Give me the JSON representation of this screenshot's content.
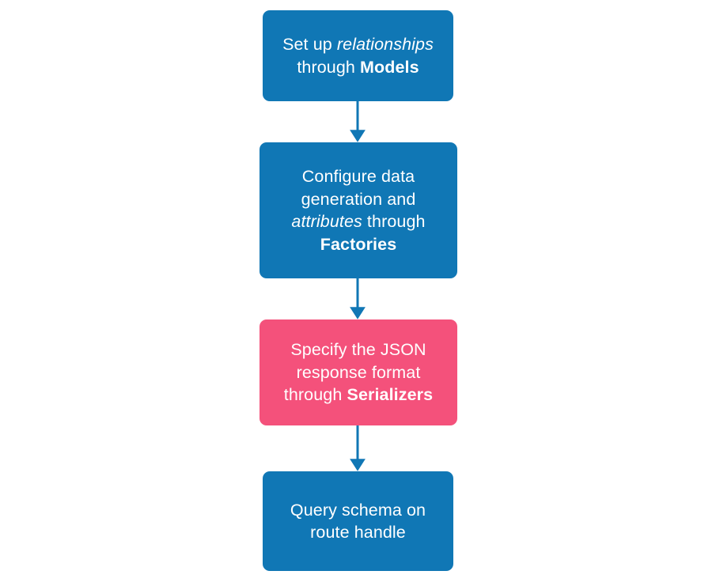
{
  "diagram": {
    "title": "API build workflow flowchart",
    "orientation": "top-to-bottom",
    "background_color": "#ffffff",
    "colors": {
      "node_blue": "#1077b5",
      "node_pink": "#f4517b",
      "arrow": "#1077b5",
      "node_text": "#ffffff"
    },
    "nodes": [
      {
        "id": "models",
        "color": "#1077b5",
        "text": "Set up relationships through Models",
        "segments": [
          {
            "text": "Set up ",
            "style": "normal"
          },
          {
            "text": "relationships",
            "style": "italic"
          },
          {
            "text": " through ",
            "style": "normal"
          },
          {
            "text": "Models",
            "style": "bold"
          }
        ]
      },
      {
        "id": "factories",
        "color": "#1077b5",
        "text": "Configure data generation and attributes through Factories",
        "segments": [
          {
            "text": "Configure data generation and ",
            "style": "normal"
          },
          {
            "text": "attributes",
            "style": "italic"
          },
          {
            "text": " through ",
            "style": "normal"
          },
          {
            "text": "Factories",
            "style": "bold"
          }
        ]
      },
      {
        "id": "serializers",
        "color": "#f4517b",
        "text": "Specify the JSON response format through Serializers",
        "segments": [
          {
            "text": "Specify the JSON response format through ",
            "style": "normal"
          },
          {
            "text": "Serializers",
            "style": "bold"
          }
        ]
      },
      {
        "id": "route",
        "color": "#1077b5",
        "text": "Query schema on route handle",
        "segments": [
          {
            "text": "Query schema on route handle",
            "style": "normal"
          }
        ]
      }
    ],
    "edges": [
      {
        "id": "edge-models-factories",
        "from": "models",
        "to": "factories",
        "label": "",
        "arrowhead": "solid-triangle"
      },
      {
        "id": "edge-factories-serializers",
        "from": "factories",
        "to": "serializers",
        "label": "",
        "arrowhead": "solid-triangle"
      },
      {
        "id": "edge-serializers-route",
        "from": "serializers",
        "to": "route",
        "label": "",
        "arrowhead": "solid-triangle"
      }
    ]
  }
}
